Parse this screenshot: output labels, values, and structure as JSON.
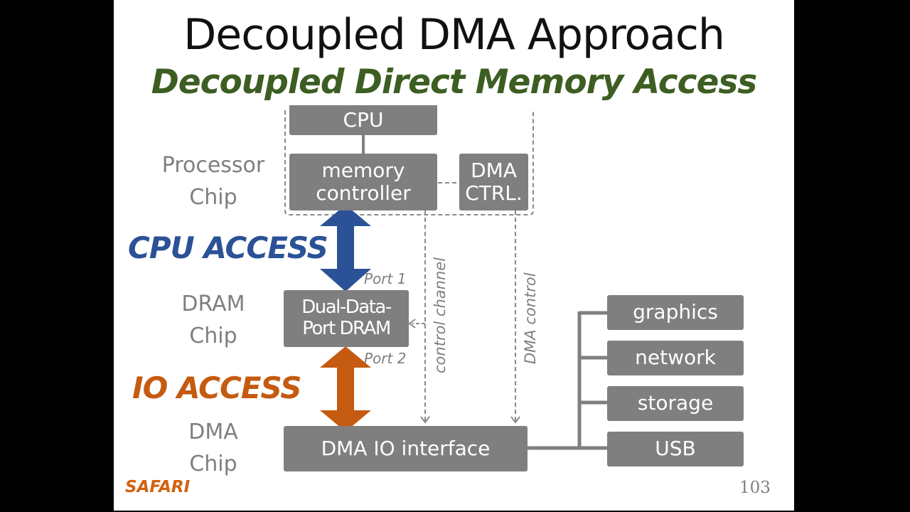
{
  "slide": {
    "title": "Decoupled DMA Approach",
    "subtitle": "Decoupled Direct Memory Access",
    "footer_logo": "SAFARI",
    "page_number": "103"
  },
  "colors": {
    "subtitle_green": "#3d5e22",
    "cpu_access_blue": "#2b5296",
    "io_access_orange": "#c55a11",
    "box_gray": "#7f7f7f",
    "safari_orange": "#d4610f"
  },
  "chip_labels": {
    "processor": [
      "Processor",
      "Chip"
    ],
    "dram": [
      "DRAM",
      "Chip"
    ],
    "dma": [
      "DMA",
      "Chip"
    ]
  },
  "access_labels": {
    "cpu": "CPU ACCESS",
    "io": "IO ACCESS"
  },
  "boxes": {
    "cpu": "CPU",
    "memory_controller": [
      "memory",
      "controller"
    ],
    "dma_ctrl": [
      "DMA",
      "CTRL."
    ],
    "dram": [
      "Dual-Data-",
      "Port DRAM"
    ],
    "dma_io": "DMA IO interface"
  },
  "ports": {
    "port1": "Port 1",
    "port2": "Port 2"
  },
  "channels": {
    "control_channel": "control channel",
    "dma_control": "DMA control"
  },
  "devices": [
    "graphics",
    "network",
    "storage",
    "USB"
  ]
}
